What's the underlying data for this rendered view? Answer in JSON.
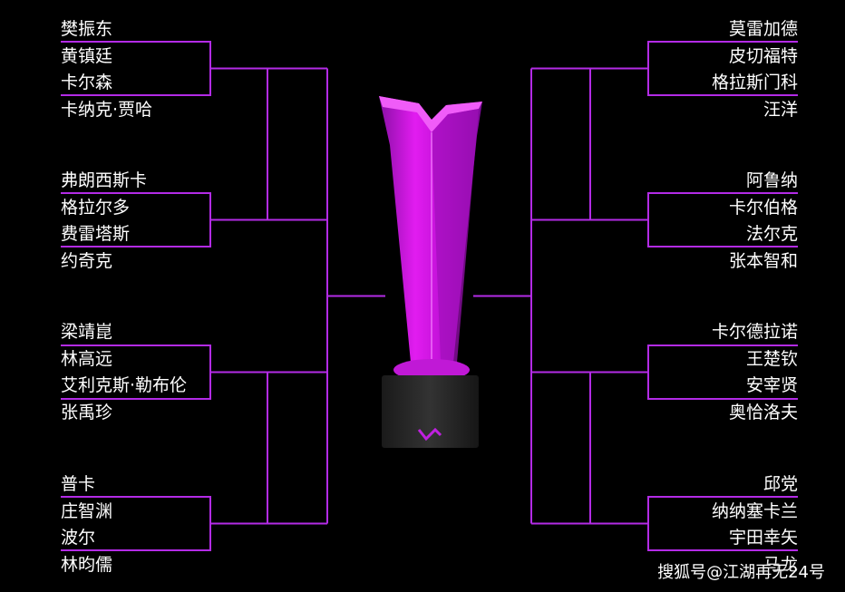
{
  "bracket": {
    "left_groups": [
      [
        "樊振东",
        "黄镇廷",
        "卡尔森",
        "卡纳克·贾哈"
      ],
      [
        "弗朗西斯卡",
        "格拉尔多",
        "费雷塔斯",
        "约奇克"
      ],
      [
        "梁靖崑",
        "林高远",
        "艾利克斯·勒布伦",
        "张禹珍"
      ],
      [
        "普卡",
        "庄智渊",
        "波尔",
        "林昀儒"
      ]
    ],
    "right_groups": [
      [
        "莫雷加德",
        "皮切福特",
        "格拉斯门科",
        "汪洋"
      ],
      [
        "阿鲁纳",
        "卡尔伯格",
        "法尔克",
        "张本智和"
      ],
      [
        "卡尔德拉诺",
        "王楚钦",
        "安宰贤",
        "奥恰洛夫"
      ],
      [
        "邱党",
        "纳纳塞卡兰",
        "宇田幸矢",
        "马龙"
      ]
    ],
    "line_color": "#b32be6"
  },
  "trophy": {
    "icon": "trophy-icon",
    "color": "#d31be6"
  },
  "watermark": "搜狐号@江湖再无24号"
}
